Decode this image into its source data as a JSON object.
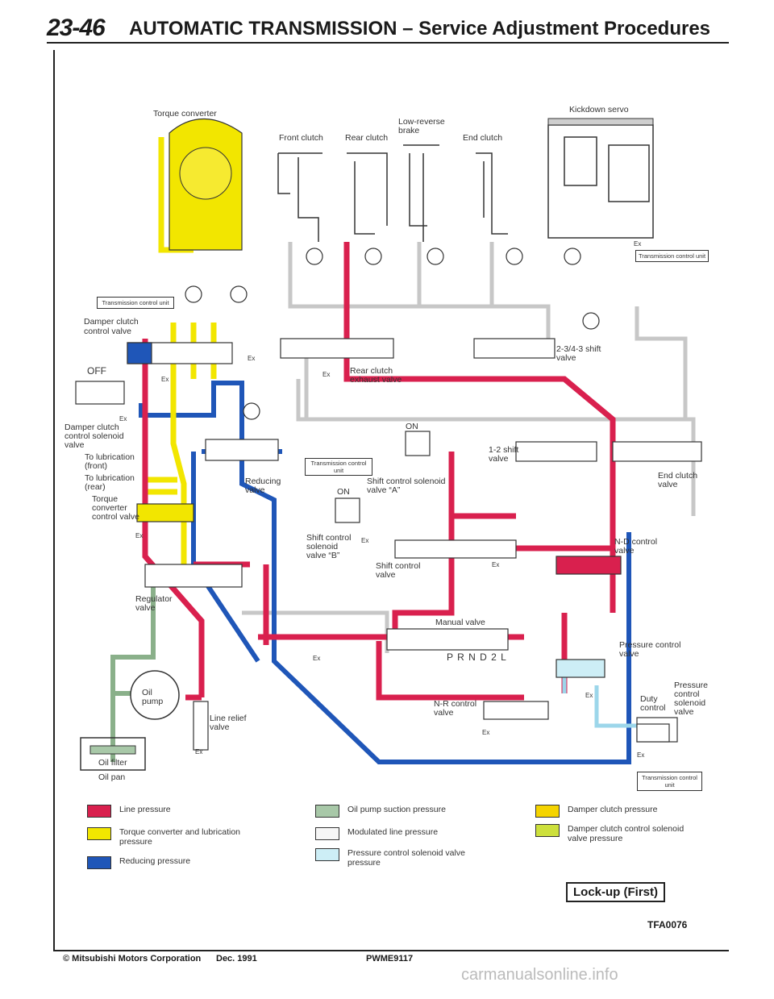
{
  "header": {
    "page_number": "23-46",
    "title": "AUTOMATIC TRANSMISSION – Service Adjustment Procedures"
  },
  "components": {
    "torque_converter": "Torque converter",
    "front_clutch": "Front clutch",
    "rear_clutch": "Rear clutch",
    "low_reverse_brake": "Low-reverse brake",
    "end_clutch": "End clutch",
    "kickdown_servo": "Kickdown servo",
    "tcu": "Transmission control unit",
    "damper_clutch_control_valve": "Damper clutch control valve",
    "off": "OFF",
    "on": "ON",
    "damper_clutch_control_solenoid_valve": "Damper clutch control solenoid valve",
    "to_lubrication_front": "To lubrication (front)",
    "to_lubrication_rear": "To lubrication (rear)",
    "torque_converter_control_valve": "Torque converter control valve",
    "reducing_valve": "Reducing valve",
    "rear_clutch_exhaust_valve": "Rear clutch exhaust valve",
    "shift_234_valve": "2-3/4-3 shift valve",
    "shift_12_valve": "1-2 shift valve",
    "shift_control_solenoid_a": "Shift control solenoid valve “A”",
    "shift_control_solenoid_b": "Shift control solenoid valve “B”",
    "shift_control_valve": "Shift control valve",
    "end_clutch_valve": "End clutch valve",
    "nd_control_valve": "N-D control valve",
    "regulator_valve": "Regulator valve",
    "manual_valve": "Manual valve",
    "prnd": "P R N D 2 L",
    "pressure_control_valve": "Pressure control valve",
    "pressure_control_solenoid_valve": "Pressure control solenoid valve",
    "duty_control": "Duty control",
    "nr_control_valve": "N-R control valve",
    "oil_pump": "Oil pump",
    "line_relief_valve": "Line relief valve",
    "oil_filter": "Oil filter",
    "oil_pan": "Oil pan",
    "ex": "Ex"
  },
  "legend": [
    {
      "label": "Line pressure",
      "color": "#d9204e"
    },
    {
      "label": "Torque converter and lubrication pressure",
      "color": "#f2e600"
    },
    {
      "label": "Reducing pressure",
      "color": "#1f56b8"
    },
    {
      "label": "Oil pump suction pressure",
      "color": "#a8c8a8"
    },
    {
      "label": "Modulated line pressure",
      "color": "#f6f6f6"
    },
    {
      "label": "Pressure control solenoid valve pressure",
      "color": "#cdeef6"
    },
    {
      "label": "Damper clutch pressure",
      "color": "#f5d400"
    },
    {
      "label": "Damper clutch control solenoid valve pressure",
      "color": "#cde03c"
    }
  ],
  "badge": "Lock-up (First)",
  "figure_code": "TFA0076",
  "footer": {
    "copyright": "© Mitsubishi Motors Corporation",
    "date": "Dec. 1991",
    "code": "PWME9117"
  },
  "watermark": "carmanualsonline.info",
  "colors": {
    "line": "#d9204e",
    "torque": "#f2e600",
    "reducing": "#1f56b8",
    "suction": "#a8c8a8",
    "pc_solenoid": "#cdeef6",
    "damper": "#f5d400",
    "damper_solenoid": "#cde03c"
  }
}
